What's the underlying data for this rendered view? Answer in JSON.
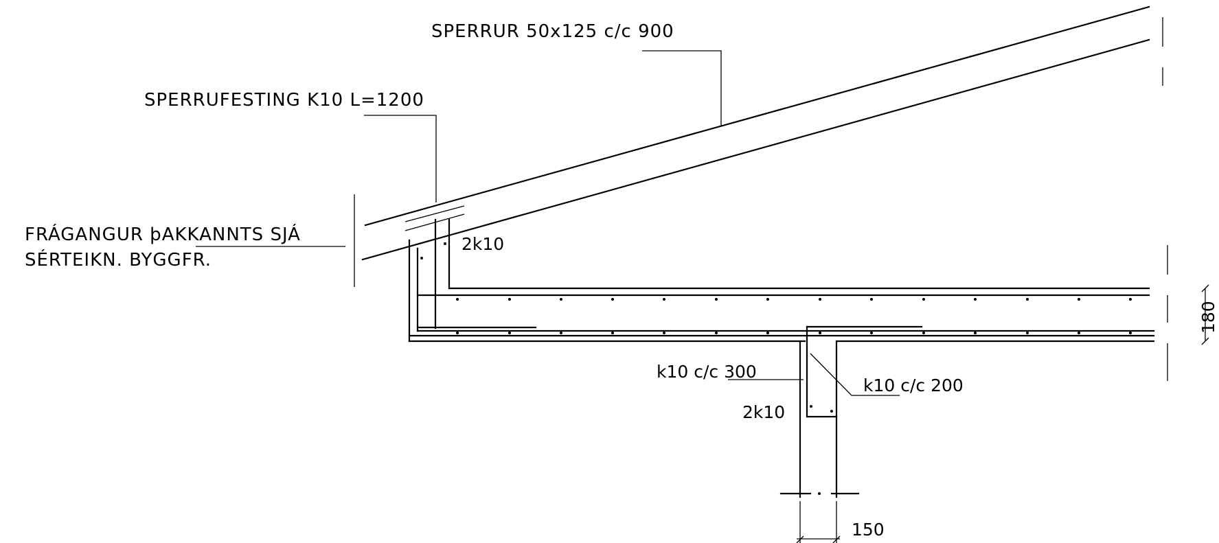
{
  "labels": {
    "rafters": "SPERRUR 50x125 c/c 900",
    "rafter_fixing": "SPERRUFESTING K10 L=1200",
    "eaves_finish_line1": "FRÁGANGUR þAKKANNTS SJÁ",
    "eaves_finish_line2": "SÉRTEIKN. BYGGFR.",
    "rebar_top": "2k10",
    "stirrups_300": "k10 c/c 300",
    "stirrups_200": "k10 c/c 200",
    "rebar_beam": "2k10",
    "dim_slab": "180",
    "dim_wall": "150"
  },
  "colors": {
    "ink": "#000000",
    "paper": "#ffffff"
  }
}
